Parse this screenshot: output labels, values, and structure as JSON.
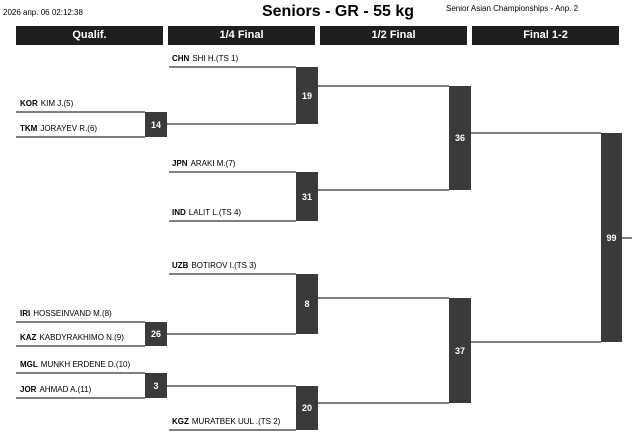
{
  "header": {
    "date": "2026 апр. 06 02:12:38",
    "title": "Seniors - GR - 55 kg",
    "event": "Senior Asian Championships - Anp. 2"
  },
  "rounds": [
    "Qualif.",
    "1/4 Final",
    "1/2 Final",
    "Final 1-2"
  ],
  "wrestlers": {
    "chn": {
      "country": "CHN",
      "name": "SHI H.(TS 1)"
    },
    "kor": {
      "country": "KOR",
      "name": "KIM J.(5)"
    },
    "tkm": {
      "country": "TKM",
      "name": "JORAYEV R.(6)"
    },
    "jpn": {
      "country": "JPN",
      "name": "ARAKI M.(7)"
    },
    "ind": {
      "country": "IND",
      "name": "LALIT L.(TS 4)"
    },
    "uzb": {
      "country": "UZB",
      "name": "BOTIROV I.(TS 3)"
    },
    "iri": {
      "country": "IRI",
      "name": "HOSSEINVAND M.(8)"
    },
    "kaz": {
      "country": "KAZ",
      "name": "KABDYRAKHIMO N.(9)"
    },
    "mgl": {
      "country": "MGL",
      "name": "MUNKH ERDENE D.(10)"
    },
    "jor": {
      "country": "JOR",
      "name": "AHMAD A.(11)"
    },
    "kgz": {
      "country": "KGZ",
      "name": "MURATBEK UUL .(TS 2)"
    }
  },
  "bouts": {
    "q1": "14",
    "q2": "26",
    "q3": "3",
    "qf1": "19",
    "qf2": "31",
    "qf3": "8",
    "qf4": "20",
    "sf1": "36",
    "sf2": "37",
    "f": "99"
  }
}
